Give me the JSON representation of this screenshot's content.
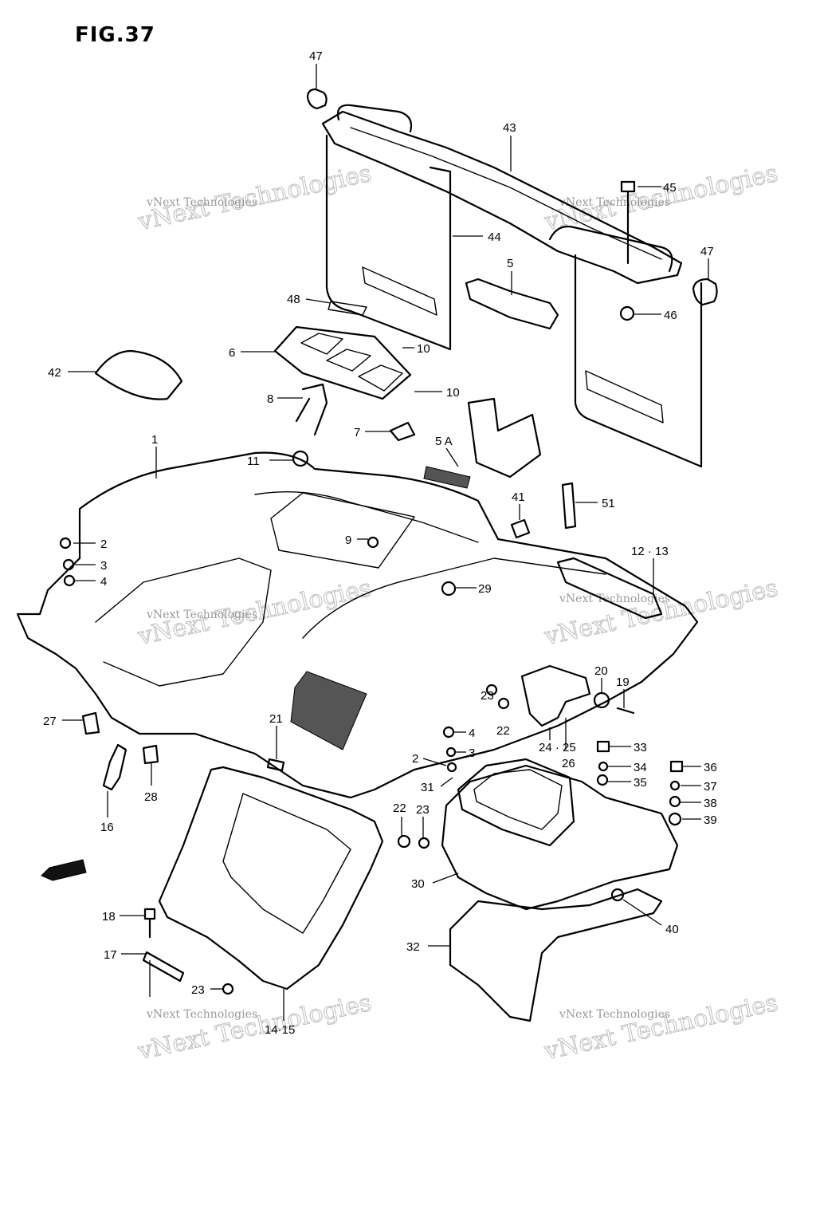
{
  "figure": {
    "title": "FIG.37"
  },
  "watermark": {
    "small_text": "vNext Technologies",
    "big_text": "vNext Technologies"
  },
  "callouts": {
    "c47a": "47",
    "c43": "43",
    "c45": "45",
    "c47b": "47",
    "c44": "44",
    "c5": "5",
    "c48": "48",
    "c46": "46",
    "c6": "6",
    "c10a": "10",
    "c42": "42",
    "c10b": "10",
    "c8": "8",
    "c7": "7",
    "c1": "1",
    "c11": "11",
    "c5a": "5 A",
    "c41": "41",
    "c51": "51",
    "c2a": "2",
    "c9": "9",
    "c12_13": "12 · 13",
    "c3a": "3",
    "c4a": "4",
    "c29": "29",
    "c20": "20",
    "c19": "19",
    "c27": "27",
    "c23a": "23",
    "c22a": "22",
    "c4b": "4",
    "c21": "21",
    "c24_25": "24 · 25",
    "c33": "33",
    "c2b": "2",
    "c3b": "3",
    "c26": "26",
    "c34": "34",
    "c36": "36",
    "c31": "31",
    "c35": "35",
    "c37": "37",
    "c28": "28",
    "c38": "38",
    "c22b": "22",
    "c23b": "23",
    "c39": "39",
    "c16": "16",
    "c30": "30",
    "c40": "40",
    "c18": "18",
    "c32": "32",
    "c17": "17",
    "c23c": "23",
    "c14_15": "14·15"
  },
  "icons": {
    "fwd_arrow": "forward-arrow-icon"
  },
  "colors": {
    "ink": "#000000",
    "paper": "#ffffff",
    "watermark": "#9a9a9a"
  }
}
